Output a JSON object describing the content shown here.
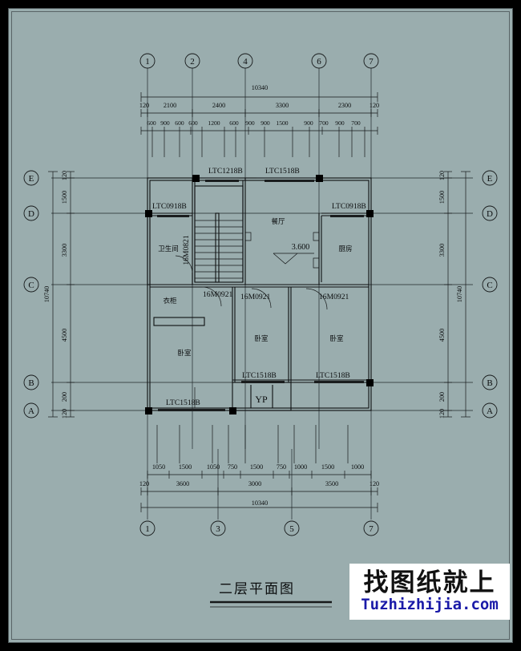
{
  "sheet": {
    "title": "二层平面图",
    "background_color": "#9aadae",
    "line_color": "#16191a"
  },
  "watermark": {
    "cn_text": "找图纸就上",
    "en_text": "Tuzhizhijia.com",
    "bg_color": "#ffffff",
    "en_color": "#1a1aa8"
  },
  "axes": {
    "top": [
      "1",
      "2",
      "4",
      "6",
      "7"
    ],
    "bottom": [
      "1",
      "3",
      "5",
      "7"
    ],
    "left": [
      "E",
      "D",
      "C",
      "B",
      "A"
    ],
    "right": [
      "E",
      "D",
      "C",
      "B",
      "A"
    ]
  },
  "dimensions": {
    "top_overall": "10340",
    "top_major": [
      "120",
      "2100",
      "2400",
      "3300",
      "2300",
      "120"
    ],
    "top_minor": [
      "600",
      "900",
      "600",
      "600",
      "1200",
      "600",
      "900",
      "900",
      "1500",
      "900",
      "700",
      "900",
      "700"
    ],
    "bottom_overall": "10340",
    "bottom_major": [
      "120",
      "3600",
      "3000",
      "3500",
      "120"
    ],
    "bottom_minor": [
      "1050",
      "1500",
      "1050",
      "750",
      "1500",
      "750",
      "1000",
      "1500",
      "1000"
    ],
    "left_overall": "10740",
    "left_chain": [
      "1500",
      "120",
      "3300",
      "4500",
      "120",
      "200"
    ],
    "right_overall": "10740",
    "right_chain": [
      "1500",
      "120",
      "3300",
      "4500",
      "120",
      "200"
    ]
  },
  "rooms": [
    {
      "name": "bathroom",
      "label": "卫生间"
    },
    {
      "name": "dining-room",
      "label": "餐厅"
    },
    {
      "name": "kitchen",
      "label": "厨房"
    },
    {
      "name": "wardrobe",
      "label": "衣柜"
    },
    {
      "name": "bedroom-left",
      "label": "卧室"
    },
    {
      "name": "bedroom-middle",
      "label": "卧室"
    },
    {
      "name": "bedroom-right",
      "label": "卧室"
    },
    {
      "name": "balcony",
      "label": "YP"
    }
  ],
  "elevation": {
    "value": "3.600"
  },
  "windows": [
    {
      "id": "w1",
      "tag": "LTC1218B"
    },
    {
      "id": "w2",
      "tag": "LTC1518B"
    },
    {
      "id": "w3",
      "tag": "LTC0918B"
    },
    {
      "id": "w4",
      "tag": "LTC0918B"
    },
    {
      "id": "w5",
      "tag": "LTC1518B"
    },
    {
      "id": "w6",
      "tag": "LTC1518B"
    },
    {
      "id": "w7",
      "tag": "LTC1518B"
    }
  ],
  "doors": [
    {
      "id": "d1",
      "tag": "16M0821"
    },
    {
      "id": "d2",
      "tag": "16M0921"
    },
    {
      "id": "d3",
      "tag": "16M0921"
    },
    {
      "id": "d4",
      "tag": "16M0921"
    }
  ]
}
